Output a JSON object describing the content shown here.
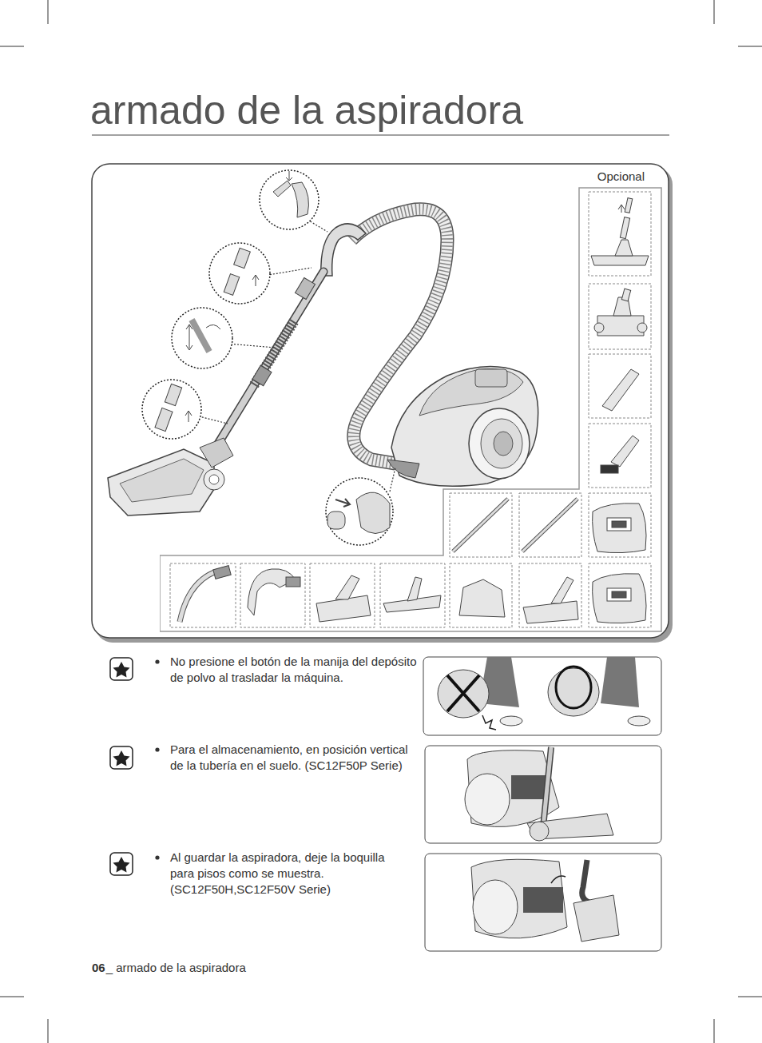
{
  "diagram": {
    "title": "armado de la aspiradora",
    "nodes": [
      {
        "text": [
          "Opcional"
        ]
      }
    ],
    "labels": [
      "No presione el botón de la manija del depósito de polvo al trasladar la máquina.",
      "Para el almacenamiento, en posición vertical de la tubería en el suelo. (SC12F50P Serie)",
      "Al guardar la aspiradora, deje la boquilla para pisos como se muestra. (SC12F50H,SC12F50V Serie)",
      "06",
      "_ armado de la aspiradora"
    ]
  }
}
